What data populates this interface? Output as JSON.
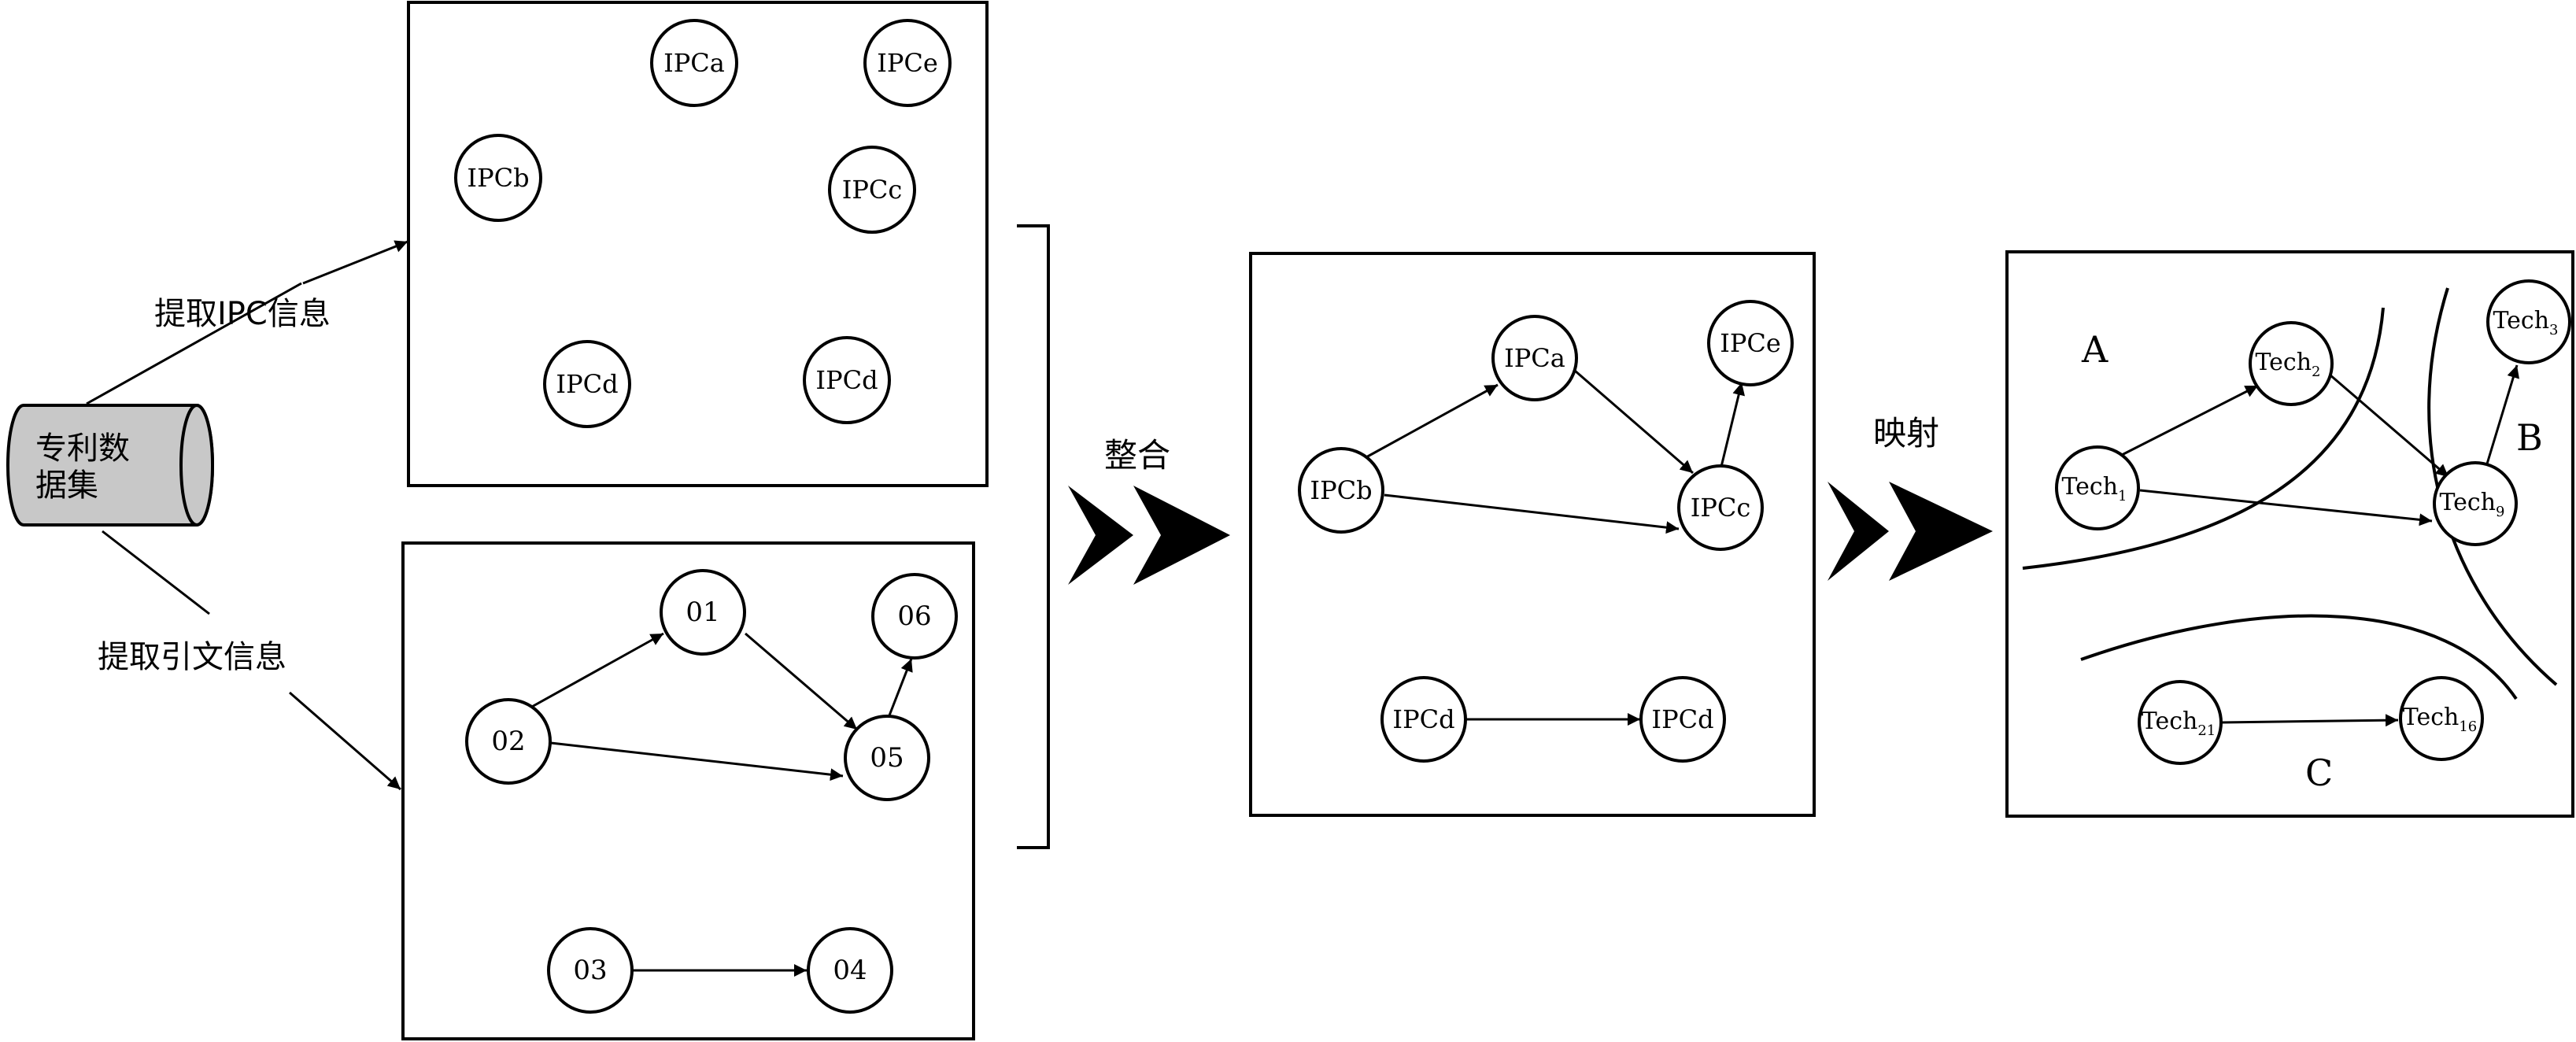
{
  "colors": {
    "stroke": "#000000",
    "background": "#ffffff",
    "cylinder_fill": "#c8c8c8"
  },
  "source": {
    "line1": "专利数",
    "line2": "据集"
  },
  "labels": {
    "extract_ipc": "提取IPC信息",
    "extract_citation": "提取引文信息",
    "integrate": "整合",
    "map": "映射"
  },
  "ipc_panel": {
    "nodes": {
      "a": "IPCa",
      "e": "IPCe",
      "b": "IPCb",
      "c": "IPCc",
      "d1": "IPCd",
      "d2": "IPCd"
    }
  },
  "citation_panel": {
    "nodes": {
      "n01": "01",
      "n06": "06",
      "n02": "02",
      "n05": "05",
      "n03": "03",
      "n04": "04"
    }
  },
  "integrated_panel": {
    "nodes": {
      "a": "IPCa",
      "e": "IPCe",
      "b": "IPCb",
      "c": "IPCc",
      "d1": "IPCd",
      "d2": "IPCd"
    }
  },
  "tech_panel": {
    "regions": {
      "A": "A",
      "B": "B",
      "C": "C"
    },
    "nodes": {
      "t1": {
        "base": "Tech",
        "sub": "1"
      },
      "t2": {
        "base": "Tech",
        "sub": "2"
      },
      "t3": {
        "base": "Tech",
        "sub": "3"
      },
      "t9": {
        "base": "Tech",
        "sub": "9"
      },
      "t21": {
        "base": "Tech",
        "sub": "21"
      },
      "t16": {
        "base": "Tech",
        "sub": "16"
      }
    }
  }
}
